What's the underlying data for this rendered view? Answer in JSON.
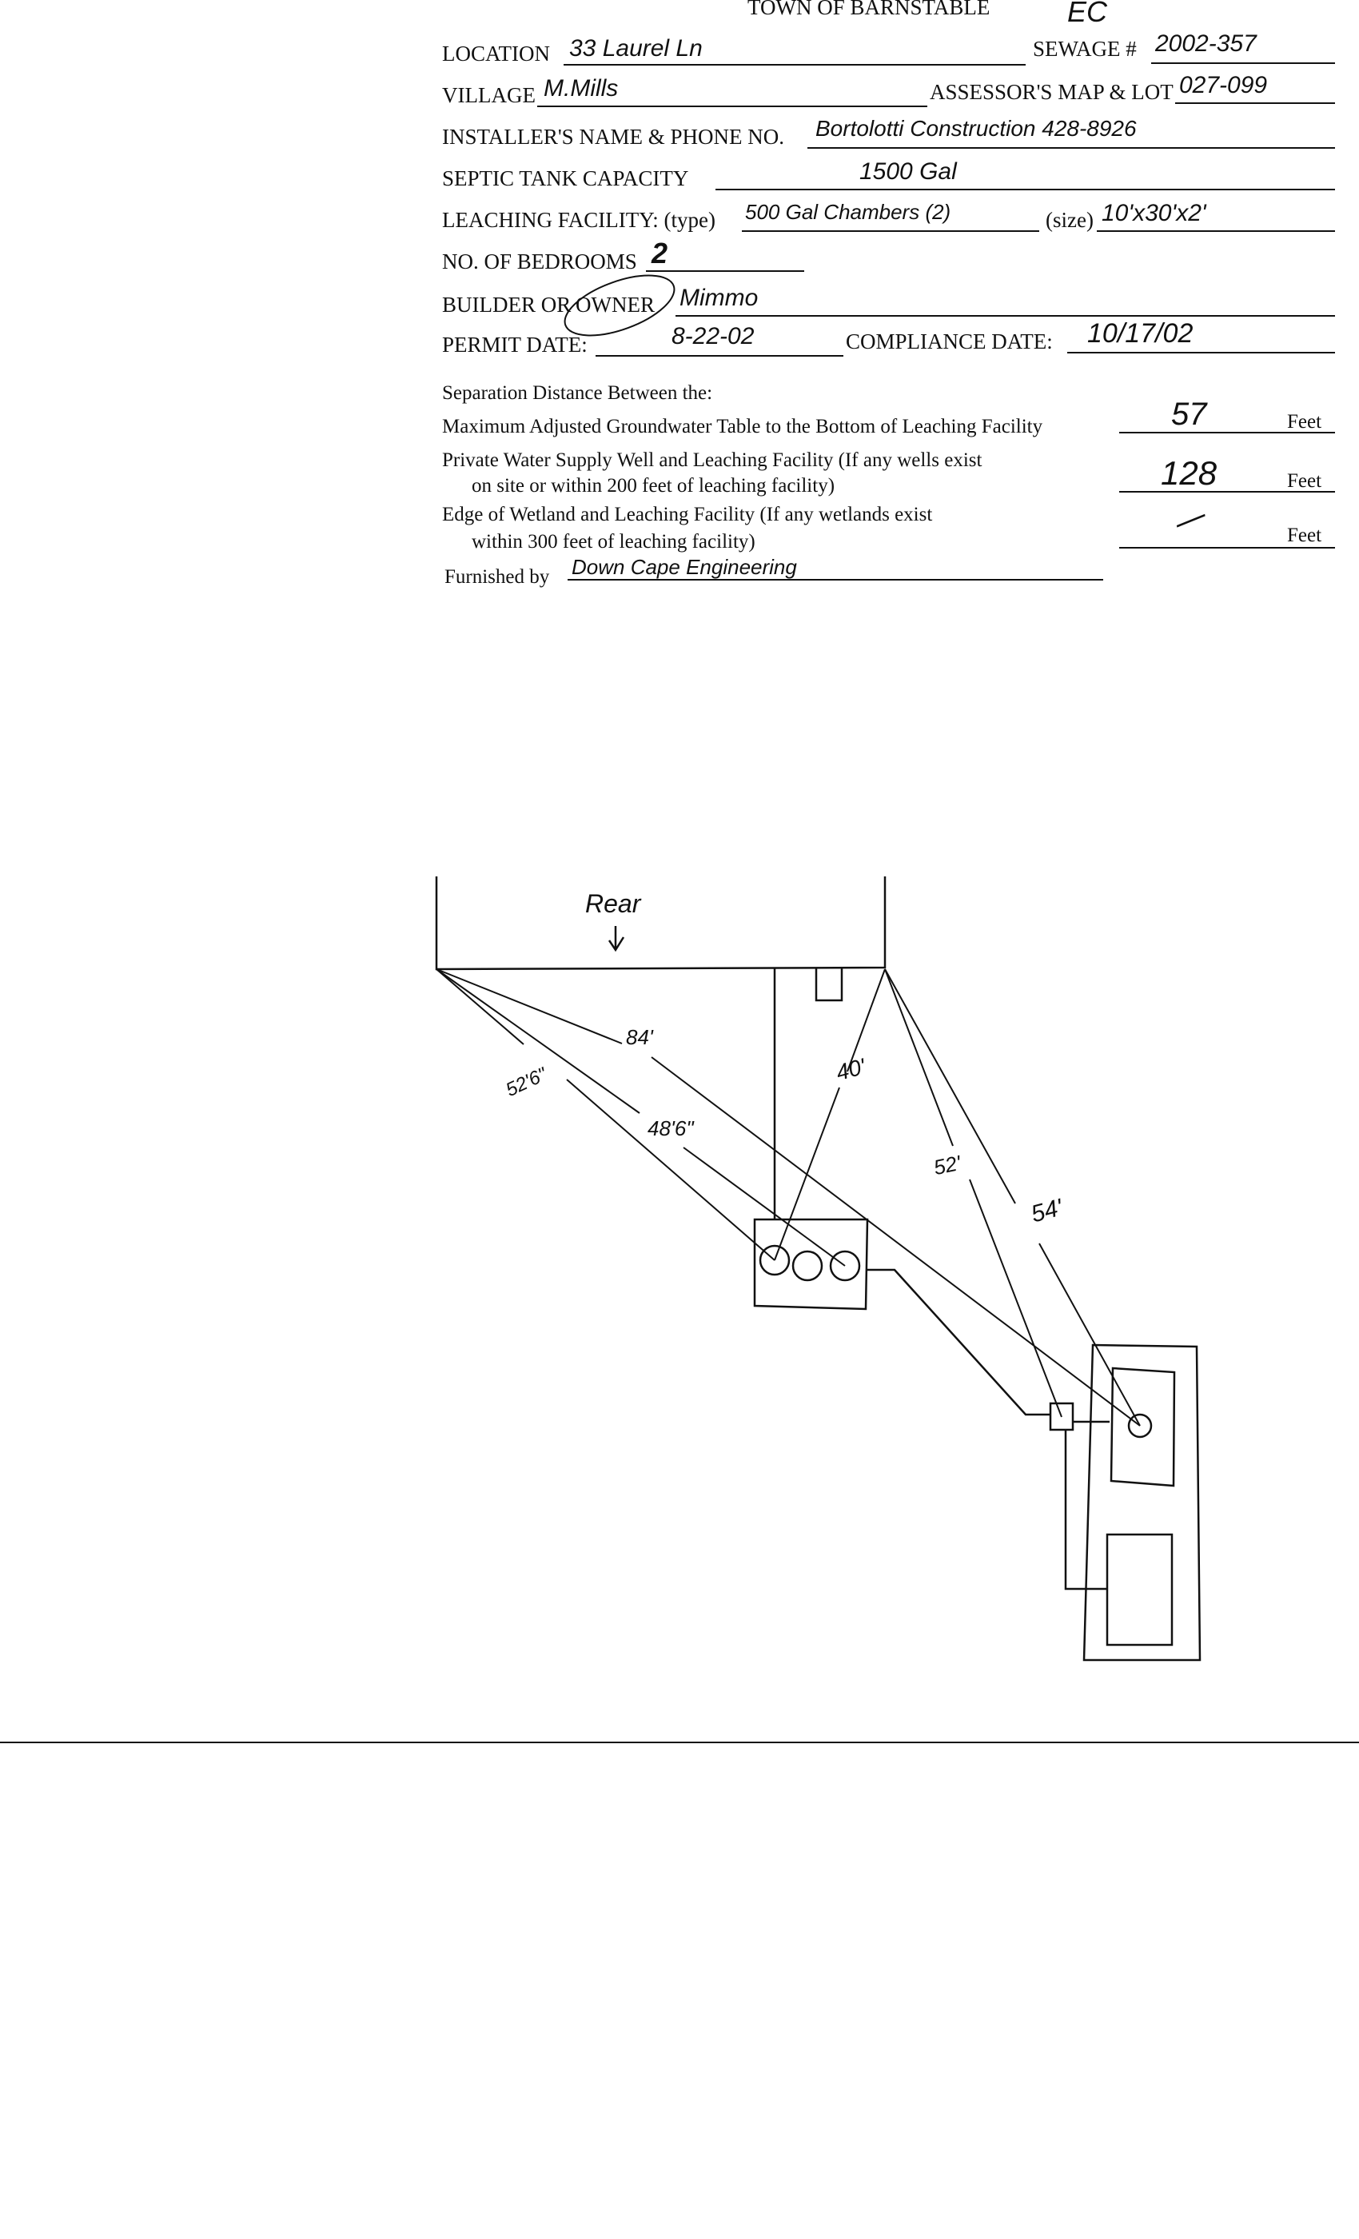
{
  "header": {
    "title": "TOWN OF BARNSTABLE",
    "initials": "EC"
  },
  "form": {
    "location": {
      "label": "LOCATION",
      "value": "33 Laurel Ln"
    },
    "sewage": {
      "label": "SEWAGE #",
      "value": "2002-357"
    },
    "village": {
      "label": "VILLAGE",
      "value": "M.Mills"
    },
    "assessor": {
      "label": "ASSESSOR'S MAP & LOT",
      "value": "027-099"
    },
    "installer": {
      "label": "INSTALLER'S NAME & PHONE NO.",
      "value": "Bortolotti Construction   428-8926"
    },
    "septic": {
      "label": "SEPTIC TANK CAPACITY",
      "value": "1500 Gal"
    },
    "leaching": {
      "label": "LEACHING FACILITY: (type)",
      "type_value": "500 Gal Chambers (2)",
      "size_label": "(size)",
      "size_value": "10'x30'x2'"
    },
    "bedrooms": {
      "label": "NO. OF BEDROOMS",
      "value": "2"
    },
    "builder": {
      "label_prefix": "BUILDER OR",
      "label_owner": "OWNER",
      "value": "Mimmo"
    },
    "permit": {
      "label": "PERMIT DATE:",
      "value": "8-22-02"
    },
    "compliance": {
      "label": "COMPLIANCE DATE:",
      "value": "10/17/02"
    }
  },
  "separation": {
    "heading": "Separation Distance Between the:",
    "rows": [
      {
        "line1": "Maximum Adjusted Groundwater Table to the Bottom of Leaching Facility",
        "line2": "",
        "value": "57",
        "unit": "Feet"
      },
      {
        "line1": "Private Water Supply Well and Leaching Facility  (If any wells exist",
        "line2": "on site or within 200 feet of leaching facility)",
        "value": "128",
        "unit": "Feet"
      },
      {
        "line1": "Edge of Wetland and Leaching Facility (If any wetlands exist",
        "line2": "within 300 feet of leaching facility)",
        "value": "—",
        "unit": "Feet"
      }
    ],
    "furnished_label": "Furnished by",
    "furnished_value": "Down Cape Engineering"
  },
  "sketch": {
    "house_label": "Rear",
    "distances": {
      "d84": "84'",
      "d526": "52'6\"",
      "d486": "48'6\"",
      "d40": "40'",
      "d52": "52'",
      "d54": "54'"
    }
  }
}
